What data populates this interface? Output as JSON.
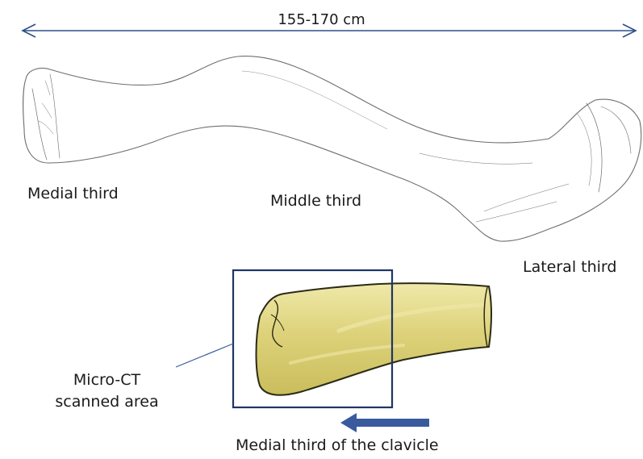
{
  "measurement": {
    "label": "155-170 cm"
  },
  "regions": {
    "medial": "Medial third",
    "middle": "Middle third",
    "lateral": "Lateral third"
  },
  "scan_box": {
    "line1": "Micro-CT",
    "line2": "scanned area"
  },
  "specimen": {
    "label": "Medial third of the clavicle"
  },
  "colors": {
    "arrow_line": "#2b4f8a",
    "scan_box_border": "#1f3566",
    "bone_fill": "#d8cf74",
    "bone_highlight": "#eee7a6",
    "bone_outline": "#2a2a16",
    "direction_arrow": "#3a5a9e",
    "sketch_stroke": "#6e6e6e"
  }
}
